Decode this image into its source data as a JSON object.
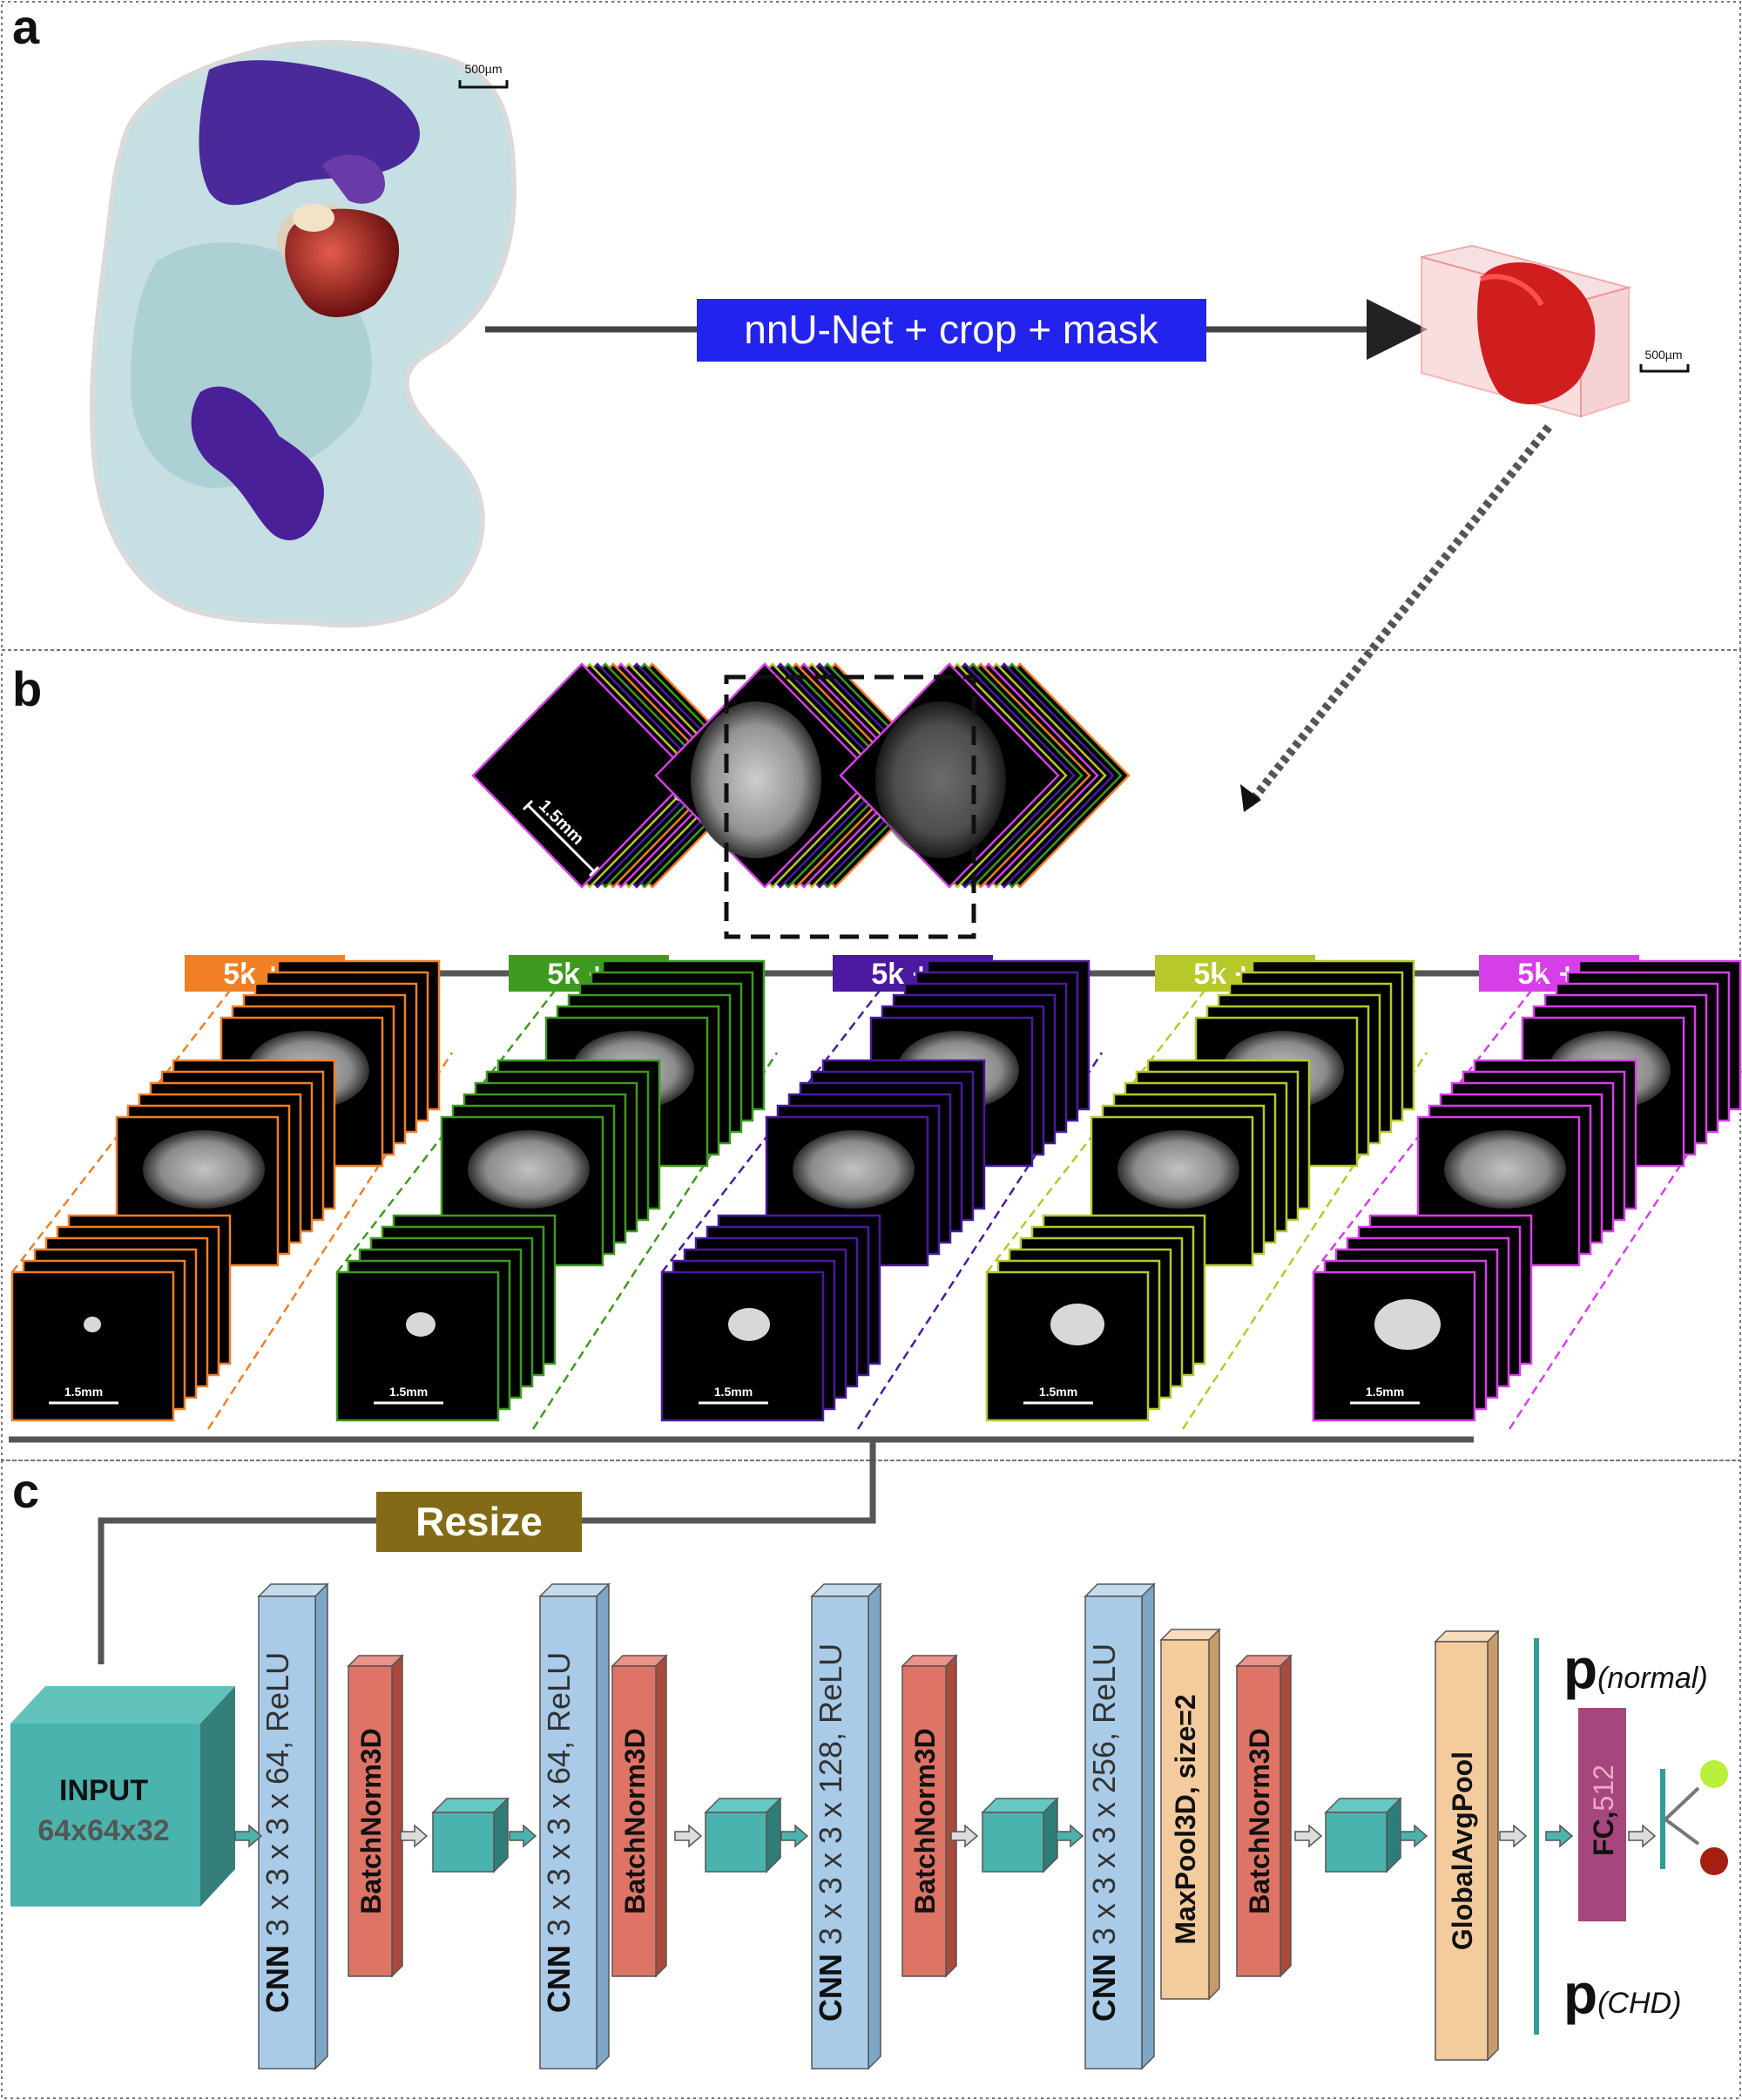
{
  "panels": {
    "a": "a",
    "b": "b",
    "c": "c"
  },
  "panel_a": {
    "scale_bar_1": "500µm",
    "pipeline_label": "nnU-Net + crop + mask",
    "scale_bar_2": "500µm"
  },
  "panel_b": {
    "stack_scale": "1.5mm",
    "groups": [
      {
        "label": "5k + 1",
        "color": "#f07f26",
        "scale": "1.5mm"
      },
      {
        "label": "5k + 2",
        "color": "#3e9a1e",
        "scale": "1.5mm"
      },
      {
        "label": "5k + 3",
        "color": "#4b1aa0",
        "scale": "1.5mm"
      },
      {
        "label": "5k + 4",
        "color": "#b7c82b",
        "scale": "1.5mm"
      },
      {
        "label": "5k + 5",
        "color": "#d63ee8",
        "scale": "1.5mm"
      }
    ]
  },
  "panel_c": {
    "resize_label": "Resize",
    "input_title": "INPUT",
    "input_size": "64x64x32",
    "blocks": [
      {
        "cnn_bold": "CNN",
        "cnn_rest": " 3 x 3 x 3 x 64, ",
        "cnn_act": "ReLU",
        "bn": "BatchNorm3D"
      },
      {
        "cnn_bold": "CNN",
        "cnn_rest": " 3 x 3 x 3 x 64, ",
        "cnn_act": "ReLU",
        "bn": "BatchNorm3D"
      },
      {
        "cnn_bold": "CNN",
        "cnn_rest": " 3 x 3 x 3 x 128, ",
        "cnn_act": "ReLU",
        "bn": "BatchNorm3D"
      },
      {
        "cnn_bold": "CNN",
        "cnn_rest": " 3 x 3 x 3 x 256, ",
        "cnn_act": "ReLU",
        "bn": "BatchNorm3D"
      }
    ],
    "maxpool_label": "MaxPool3D, size=2",
    "gap_label": "GlobalAvgPool",
    "fc_label": "FC,",
    "fc_units": "512",
    "p_symbol": "p",
    "p_normal": "(normal)",
    "p_chd": "(CHD)",
    "outputs": [
      {
        "color": "#b9f03a"
      },
      {
        "color": "#a51e12"
      }
    ],
    "colors": {
      "teal": "#4bb3ad",
      "cnn_blue": "#a9cbe7",
      "bn_red": "#de7466",
      "pool_tan": "#f4cb9c",
      "fc_purple": "#a5477c",
      "resize_olive": "#826a16"
    }
  }
}
